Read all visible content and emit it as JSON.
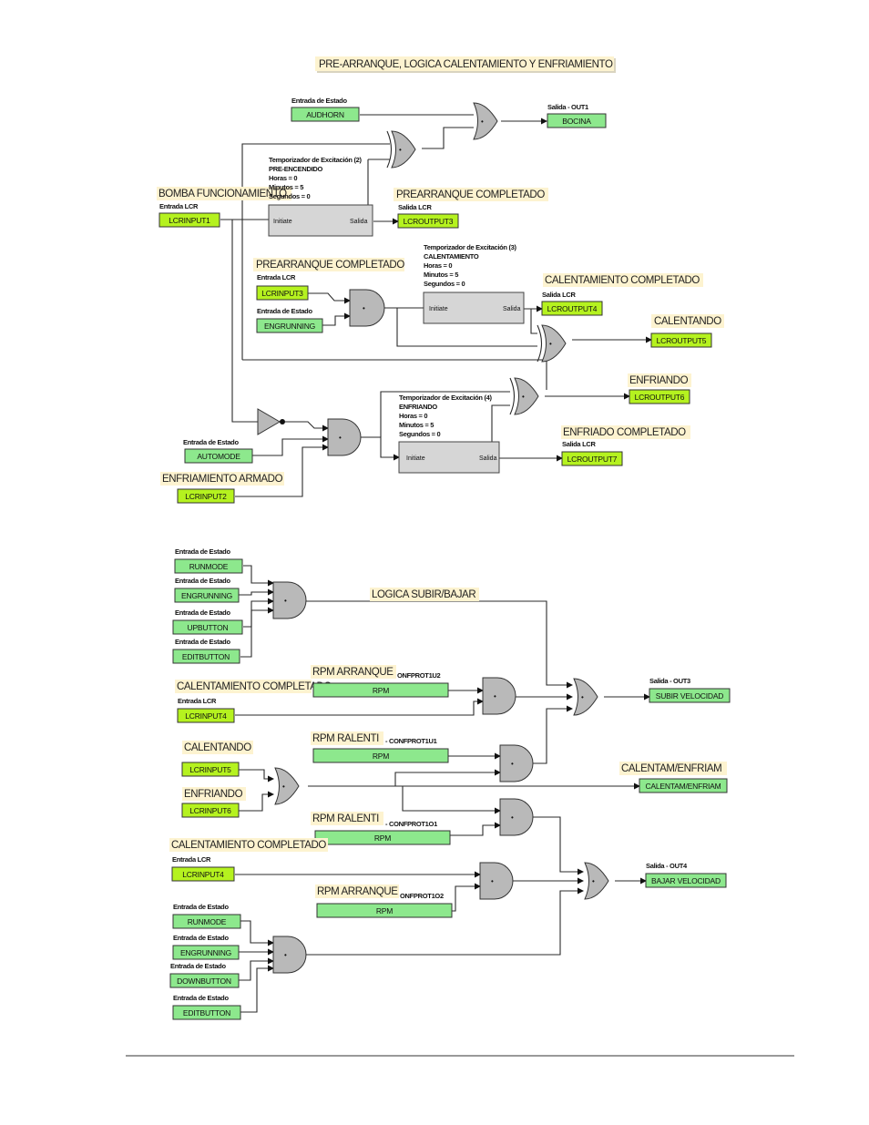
{
  "title": "PRE-ARRANQUE, LOGICA CALENTAMIENTO Y ENFRIAMIENTO",
  "notes": {
    "bomba": "BOMBA FUNCIONAMIENTO",
    "prearranque_completado_1": "PREARRANQUE COMPLETADO",
    "prearranque_completado_2": "PREARRANQUE COMPLETADO",
    "calentamiento_completado_1": "CALENTAMIENTO COMPLETADO",
    "calentando_1": "CALENTANDO",
    "enfriando_1": "ENFRIANDO",
    "enfriado_completado": "ENFRIADO COMPLETADO",
    "enfriamiento_armado": "ENFRIAMIENTO ARMADO",
    "logica_subir_bajar": "LOGICA SUBIR/BAJAR",
    "rpm_arranque_1": "RPM ARRANQUE",
    "calentamiento_completado_2": "CALENTAMIENTO COMPLETADO",
    "rpm_ralenti_1": "RPM RALENTI",
    "calentando_2": "CALENTANDO",
    "enfriando_2": "ENFRIANDO",
    "calentam_enfriam_note": "CALENTAM/ENFRIAM",
    "rpm_ralenti_2": "RPM RALENTI",
    "calentamiento_completado_3": "CALENTAMIENTO COMPLETADO",
    "rpm_arranque_2": "RPM ARRANQUE"
  },
  "labels": {
    "entrada_estado": "Entrada de Estado",
    "entrada_lcr": "Entrada LCR",
    "salida_lcr": "Salida LCR",
    "salida_out1": "Salida - OUT1",
    "salida_out3": "Salida - OUT3",
    "salida_out4": "Salida - OUT4",
    "confprot1u2": "ONFPROT1U2",
    "confprot1u1": "- CONFPROT1U1",
    "confprot1o1": "- CONFPROT1O1",
    "confprot1o2": "ONFPROT1O2"
  },
  "blocks": {
    "audhorn": "AUDHORN",
    "bocina": "BOCINA",
    "lcrinput1": "LCRINPUT1",
    "lcroutput3": "LCROUTPUT3",
    "lcrinput3": "LCRINPUT3",
    "engrunning_1": "ENGRUNNING",
    "lcroutput4": "LCROUTPUT4",
    "lcroutput5": "LCROUTPUT5",
    "lcroutput6": "LCROUTPUT6",
    "automode": "AUTOMODE",
    "lcroutput7": "LCROUTPUT7",
    "lcrinput2": "LCRINPUT2",
    "runmode_1": "RUNMODE",
    "engrunning_2": "ENGRUNNING",
    "upbutton": "UPBUTTON",
    "editbutton_1": "EDITBUTTON",
    "rpm_1": "RPM",
    "lcrinput4_1": "LCRINPUT4",
    "subir_velocidad": "SUBIR VELOCIDAD",
    "rpm_2": "RPM",
    "lcrinput5": "LCRINPUT5",
    "calentam_enfriam": "CALENTAM/ENFRIAM",
    "lcrinput6": "LCRINPUT6",
    "rpm_3": "RPM",
    "lcrinput4_2": "LCRINPUT4",
    "bajar_velocidad": "BAJAR VELOCIDAD",
    "rpm_4": "RPM",
    "runmode_2": "RUNMODE",
    "engrunning_3": "ENGRUNNING",
    "downbutton": "DOWNBUTTON",
    "editbutton_2": "EDITBUTTON"
  },
  "timers": {
    "t2": {
      "name": "Temporizador de Excitación (2)",
      "label": "PRE-ENCENDIDO",
      "horas": "Horas = 0",
      "minutos": "Minutos = 5",
      "segundos": "Segundos = 0",
      "initiate": "Initiate",
      "salida": "Salida"
    },
    "t3": {
      "name": "Temporizador de Excitación (3)",
      "label": "CALENTAMIENTO",
      "horas": "Horas = 0",
      "minutos": "Minutos = 5",
      "segundos": "Segundos = 0",
      "initiate": "Initiate",
      "salida": "Salida"
    },
    "t4": {
      "name": "Temporizador de Excitación (4)",
      "label": "ENFRIANDO",
      "horas": "Horas = 0",
      "minutos": "Minutos = 5",
      "segundos": "Segundos = 0",
      "initiate": "Initiate",
      "salida": "Salida"
    }
  },
  "gates": {
    "and_symbol": "•"
  },
  "colors": {
    "block_green": "#8de88d",
    "block_yellow_green": "#b5f21f",
    "note_bg": "#fdf3d0",
    "gate_gray": "#b9b9b9",
    "timer_gray": "#d6d6d6"
  }
}
